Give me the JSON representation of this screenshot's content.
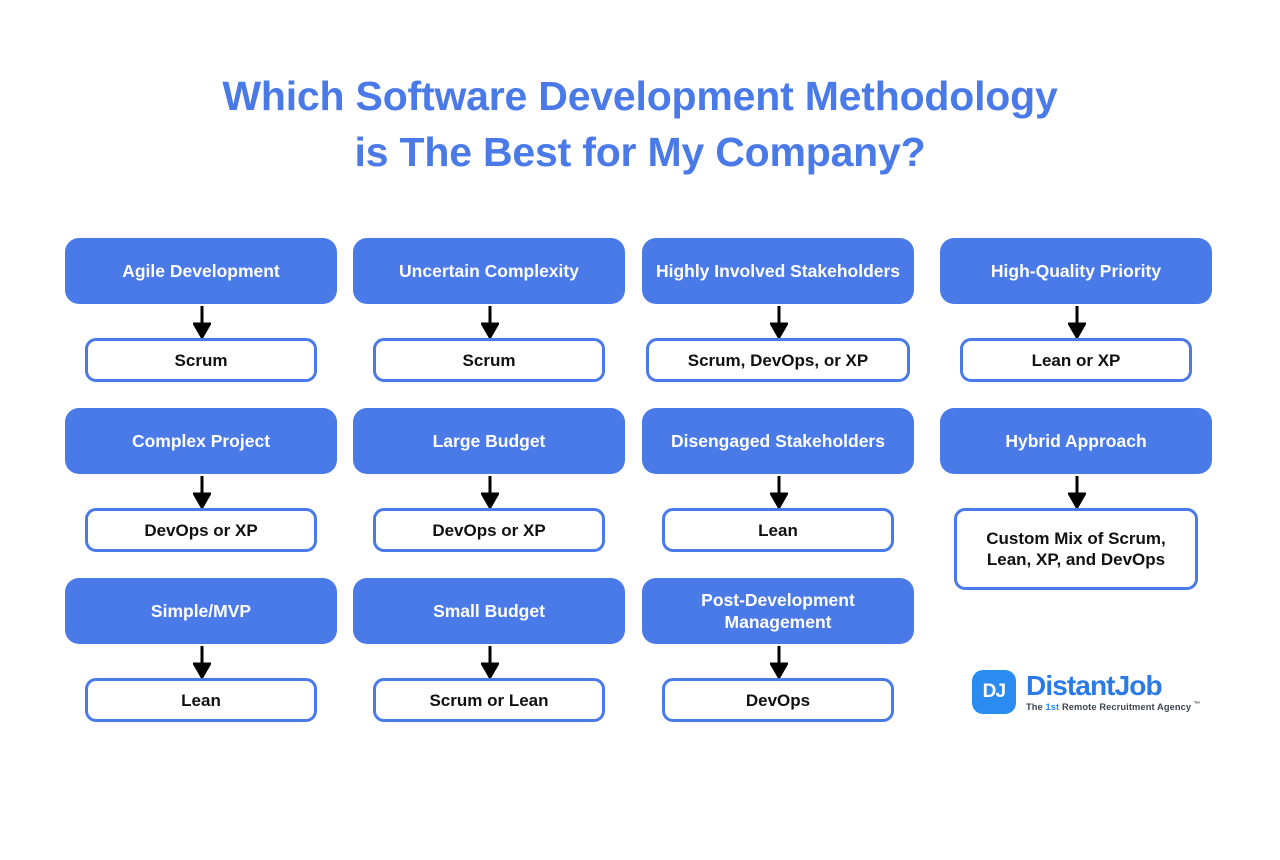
{
  "title": {
    "line1": "Which Software Development Methodology",
    "line2": "is The Best for My Company?"
  },
  "colors": {
    "brand_blue": "#4a7ae8",
    "logo_blue": "#2a8cf0",
    "arrow_black": "#000000",
    "background": "#ffffff",
    "outcome_text": "#111111"
  },
  "columns": [
    {
      "pairs": [
        {
          "condition": "Agile Development",
          "recommendation": "Scrum"
        },
        {
          "condition": "Complex Project",
          "recommendation": "DevOps or XP"
        },
        {
          "condition": "Simple/MVP",
          "recommendation": "Lean"
        }
      ]
    },
    {
      "pairs": [
        {
          "condition": "Uncertain Complexity",
          "recommendation": "Scrum"
        },
        {
          "condition": "Large Budget",
          "recommendation": "DevOps or XP"
        },
        {
          "condition": "Small Budget",
          "recommendation": "Scrum or Lean"
        }
      ]
    },
    {
      "pairs": [
        {
          "condition": "Highly Involved Stakeholders",
          "recommendation": "Scrum, DevOps, or XP"
        },
        {
          "condition": "Disengaged Stakeholders",
          "recommendation": "Lean"
        },
        {
          "condition": "Post-Development Management",
          "recommendation": "DevOps"
        }
      ]
    },
    {
      "pairs": [
        {
          "condition": "High-Quality Priority",
          "recommendation": "Lean or XP"
        },
        {
          "condition": "Hybrid Approach",
          "recommendation": "Custom Mix of Scrum, Lean, XP, and DevOps"
        }
      ]
    }
  ],
  "logo": {
    "mark": "DJ",
    "wordmark": "DistantJob",
    "tagline_prefix": "The ",
    "tagline_highlight": "1st",
    "tagline_suffix": " Remote Recruitment Agency ",
    "trademark": "™"
  }
}
